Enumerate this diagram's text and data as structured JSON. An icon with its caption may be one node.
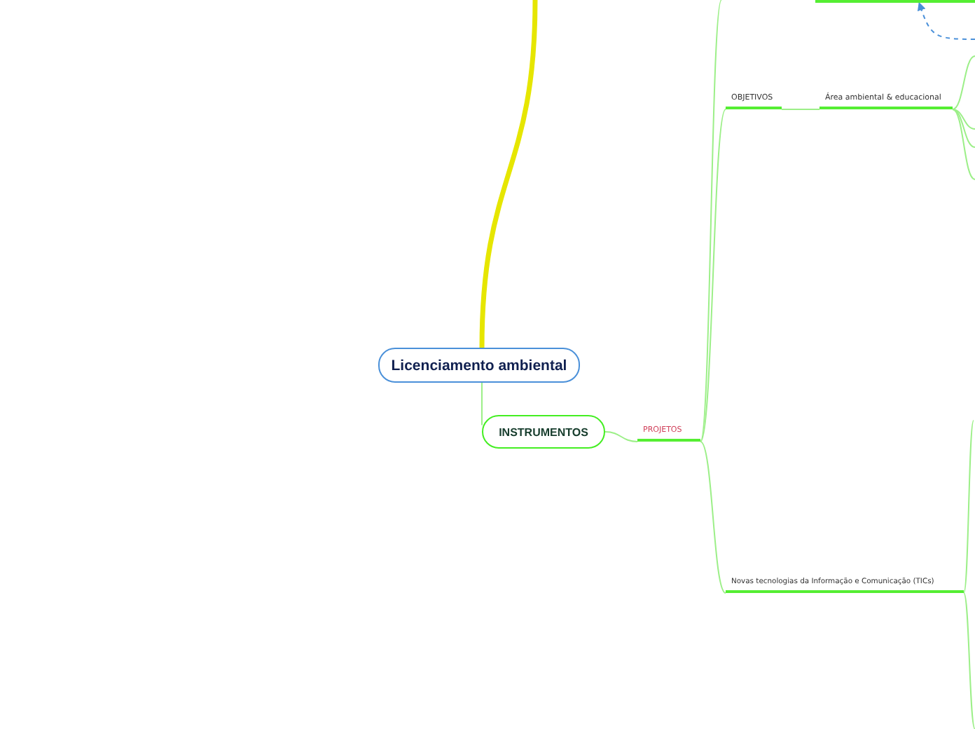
{
  "diagram": {
    "nodes": [
      {
        "text": [
          "Licenciamento ambiental"
        ]
      },
      {
        "text": [
          "INSTRUMENTOS"
        ]
      },
      {
        "text": [
          "PROJETOS"
        ]
      },
      {
        "text": [
          "OBJETIVOS"
        ]
      },
      {
        "text": [
          "Área ambiental & educacional"
        ]
      },
      {
        "text": [
          "Novas tecnologias da Informação e Comunicação (TICs)"
        ]
      },
      {
        "text": [],
        "shape": "bar"
      }
    ],
    "edges": [
      {
        "from": 0,
        "to": 1,
        "arrow": "none"
      },
      {
        "from": 1,
        "to": 2,
        "arrow": "none"
      },
      {
        "from": 2,
        "to": 3,
        "arrow": "none"
      },
      {
        "from": 2,
        "to": 5,
        "arrow": "none"
      },
      {
        "from": 2,
        "to": null,
        "arrow": "none"
      },
      {
        "from": 3,
        "to": 4,
        "arrow": "none"
      },
      {
        "from": 0,
        "to": null,
        "arrow": "none",
        "style": "thick",
        "color": "#e6e600"
      },
      {
        "from": 4,
        "to": null,
        "arrow": "none"
      },
      {
        "from": 4,
        "to": null,
        "arrow": "none"
      },
      {
        "from": 4,
        "to": null,
        "arrow": "none"
      },
      {
        "from": 4,
        "to": null,
        "arrow": "none"
      },
      {
        "from": 5,
        "to": null,
        "arrow": "none"
      },
      {
        "from": 5,
        "to": null,
        "arrow": "none"
      },
      {
        "from": null,
        "to": 6,
        "arrow": "to",
        "style": "dashed",
        "color": "#4a90d9"
      }
    ]
  }
}
